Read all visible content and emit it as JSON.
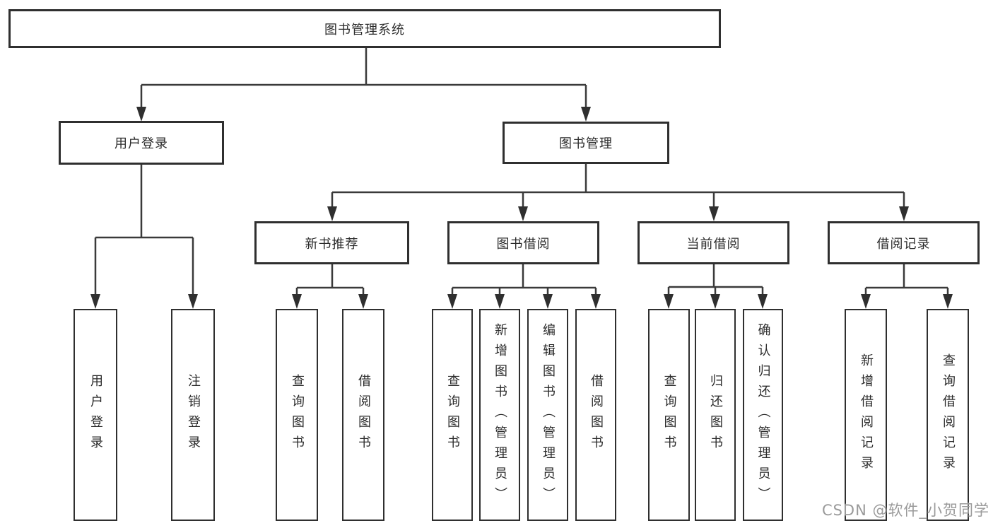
{
  "diagram_title": {
    "label": "图书管理系统"
  },
  "level2": [
    {
      "id": "user-login",
      "label": "用户登录"
    },
    {
      "id": "book-management",
      "label": "图书管理"
    }
  ],
  "level3": [
    {
      "id": "new-book-recommend",
      "label": "新书推荐"
    },
    {
      "id": "book-borrowing",
      "label": "图书借阅"
    },
    {
      "id": "current-borrowing",
      "label": "当前借阅"
    },
    {
      "id": "borrow-records",
      "label": "借阅记录"
    }
  ],
  "leaves": [
    {
      "parent": "用户登录",
      "label": "用户登录"
    },
    {
      "parent": "用户登录",
      "label": "注销登录"
    },
    {
      "parent": "新书推荐",
      "label": "查询图书"
    },
    {
      "parent": "新书推荐",
      "label": "借阅图书"
    },
    {
      "parent": "图书借阅",
      "label": "查询图书"
    },
    {
      "parent": "图书借阅",
      "label": "新增图书（管理员）"
    },
    {
      "parent": "图书借阅",
      "label": "编辑图书（管理员）"
    },
    {
      "parent": "图书借阅",
      "label": "借阅图书"
    },
    {
      "parent": "当前借阅",
      "label": "查询图书"
    },
    {
      "parent": "当前借阅",
      "label": "归还图书"
    },
    {
      "parent": "当前借阅",
      "label": "确认归还（管理员）"
    },
    {
      "parent": "借阅记录",
      "label": "新增借阅记录"
    },
    {
      "parent": "借阅记录",
      "label": "查询借阅记录"
    }
  ],
  "watermark": {
    "text": "CSDN @软件_小贺同学",
    "color": "#9a9a9a"
  },
  "colors": {
    "line": "#3a3a3a",
    "box_border": "#2f2f2f",
    "box_background": "#ffffff",
    "text": "#2b2b2b"
  }
}
